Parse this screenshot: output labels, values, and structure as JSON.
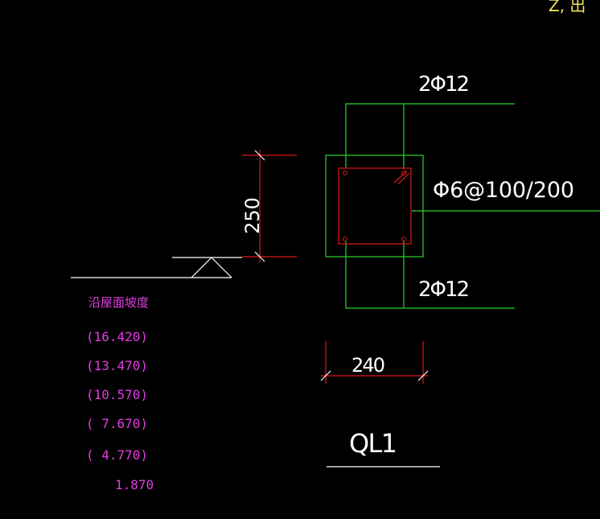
{
  "colors": {
    "background": "#000000",
    "green": "#2bd42b",
    "red": "#e01818",
    "white": "#ffffff",
    "magenta": "#e23ce2",
    "yellow": "#f2e85a"
  },
  "corner_text": "Z, 出",
  "rebar_top": "2Φ12",
  "rebar_bottom": "2Φ12",
  "stirrup": "Φ6@100/200",
  "dim_height": "250",
  "dim_width": "240",
  "beam_name": "QL1",
  "slope_label": "沿屋面坡度",
  "elevations": [
    "(16.420)",
    "(13.470)",
    "(10.570)",
    "( 7.670)",
    "( 4.770)",
    "1.870"
  ]
}
